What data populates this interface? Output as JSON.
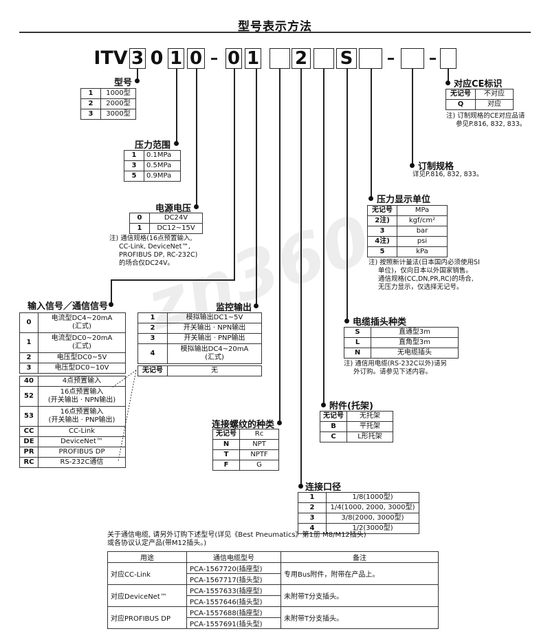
{
  "title": "型号表示方法",
  "watermark": "zn360",
  "code": {
    "prefix": "ITV",
    "segments": [
      "3",
      "0",
      "1",
      "0",
      "-",
      "0",
      "1",
      "",
      "2",
      "",
      "S",
      "",
      "-",
      "",
      "-",
      ""
    ]
  },
  "model": {
    "label": "型号",
    "rows": [
      [
        "1",
        "1000型"
      ],
      [
        "2",
        "2000型"
      ],
      [
        "3",
        "3000型"
      ]
    ]
  },
  "pressure": {
    "label": "压力范围",
    "rows": [
      [
        "1",
        "0.1MPa"
      ],
      [
        "3",
        "0.5MPa"
      ],
      [
        "5",
        "0.9MPa"
      ]
    ]
  },
  "power": {
    "label": "电源电压",
    "rows": [
      [
        "0",
        "DC24V"
      ],
      [
        "1",
        "DC12~15V"
      ]
    ],
    "note": [
      "注) 通信规格(16点预置输入,",
      "CC-Link, DeviceNet™,",
      "PROFIBUS DP, RC-232C)",
      "的场合仅DC24V。"
    ]
  },
  "input": {
    "label": "输入信号／通信信号",
    "rows1": [
      [
        "0",
        "电流型DC4~20mA",
        "(汇式)"
      ],
      [
        "1",
        "电流型DC0~20mA",
        "(汇式)"
      ],
      [
        "2",
        "电压型DC0~5V",
        ""
      ],
      [
        "3",
        "电压型DC0~10V",
        ""
      ]
    ],
    "rows2": [
      [
        "40",
        "4点预置输入",
        ""
      ],
      [
        "52",
        "16点预置输入",
        "(开关输出 · NPN输出)"
      ],
      [
        "53",
        "16点预置输入",
        "(开关输出 · PNP输出)"
      ],
      [
        "CC",
        "CC-Link",
        ""
      ],
      [
        "DE",
        "DeviceNet™",
        ""
      ],
      [
        "PR",
        "PROFIBUS DP",
        ""
      ],
      [
        "RC",
        "RS-232C通信",
        ""
      ]
    ]
  },
  "monitor": {
    "label": "监控输出",
    "rows": [
      [
        "1",
        "模拟输出DC1~5V",
        ""
      ],
      [
        "2",
        "开关输出 · NPN输出",
        ""
      ],
      [
        "3",
        "开关输出 · PNP输出",
        ""
      ],
      [
        "4",
        "模拟输出DC4~20mA",
        "(汇式)"
      ]
    ],
    "none": [
      "无记号",
      "无"
    ]
  },
  "thread": {
    "label": "连接螺纹的种类",
    "rows": [
      [
        "无记号",
        "Rc"
      ],
      [
        "N",
        "NPT"
      ],
      [
        "T",
        "NPTF"
      ],
      [
        "F",
        "G"
      ]
    ]
  },
  "port": {
    "label": "连接口径",
    "rows": [
      [
        "1",
        "1/8(1000型)"
      ],
      [
        "2",
        "1/4(1000, 2000, 3000型)"
      ],
      [
        "3",
        "3/8(2000, 3000型)"
      ],
      [
        "4",
        "1/2(3000型)"
      ]
    ]
  },
  "bracket": {
    "label": "附件(托架)",
    "rows": [
      [
        "无记号",
        "无托架"
      ],
      [
        "B",
        "平托架"
      ],
      [
        "C",
        "L形托架"
      ]
    ]
  },
  "cable": {
    "label": "电缆插头种类",
    "rows": [
      [
        "S",
        "直通型3m"
      ],
      [
        "L",
        "直角型3m"
      ],
      [
        "N",
        "无电缆插头"
      ]
    ],
    "note": [
      "注) 通信用电缆(RS-232C以外)请另",
      "外订购。请参见下述内容。"
    ]
  },
  "unit": {
    "label": "压力显示单位",
    "rows": [
      [
        "无记号",
        "MPa"
      ],
      [
        "2注)",
        "kgf/cm²"
      ],
      [
        "3",
        "bar"
      ],
      [
        "4注)",
        "psi"
      ],
      [
        "5",
        "kPa"
      ]
    ],
    "note": [
      "注) 按照新计量法(日本国内必须使用SI",
      "单位)，仅向日本以外国家销售。",
      "通信规格(CC,DN,PR,RC)的场合,",
      "无压力显示，仅选择无记号。"
    ]
  },
  "custom": {
    "label": "订制规格",
    "note": "详见P.816, 832, 833。"
  },
  "ce": {
    "label": "对应CE标识",
    "rows": [
      [
        "无记号",
        "不对应"
      ],
      [
        "Q",
        "对应"
      ]
    ],
    "note": [
      "注) 订制规格的CE对应品请",
      "参见P.816, 832, 833。"
    ]
  },
  "cable_info": {
    "intro": [
      "关于通信电缆, 请另外订购下述型号(详见《Best Pneumatics》第1册  M8/M12插头)",
      "或各协议认定产品(带M12插头。)"
    ],
    "headers": [
      "用途",
      "通信电缆型号",
      "备注"
    ],
    "groups": [
      {
        "use": "对应CC-Link",
        "models": [
          "PCA-1567720(插座型)",
          "PCA-1567717(插头型)"
        ],
        "remark": "专用Bus附件，附带在产品上。"
      },
      {
        "use": "对应DeviceNet™",
        "models": [
          "PCA-1557633(插座型)",
          "PCA-1557646(插头型)"
        ],
        "remark": "未附带T分支插头。"
      },
      {
        "use": "对应PROFIBUS DP",
        "models": [
          "PCA-1557688(插座型)",
          "PCA-1557691(插头型)"
        ],
        "remark": "未附带T分支插头。"
      }
    ]
  }
}
